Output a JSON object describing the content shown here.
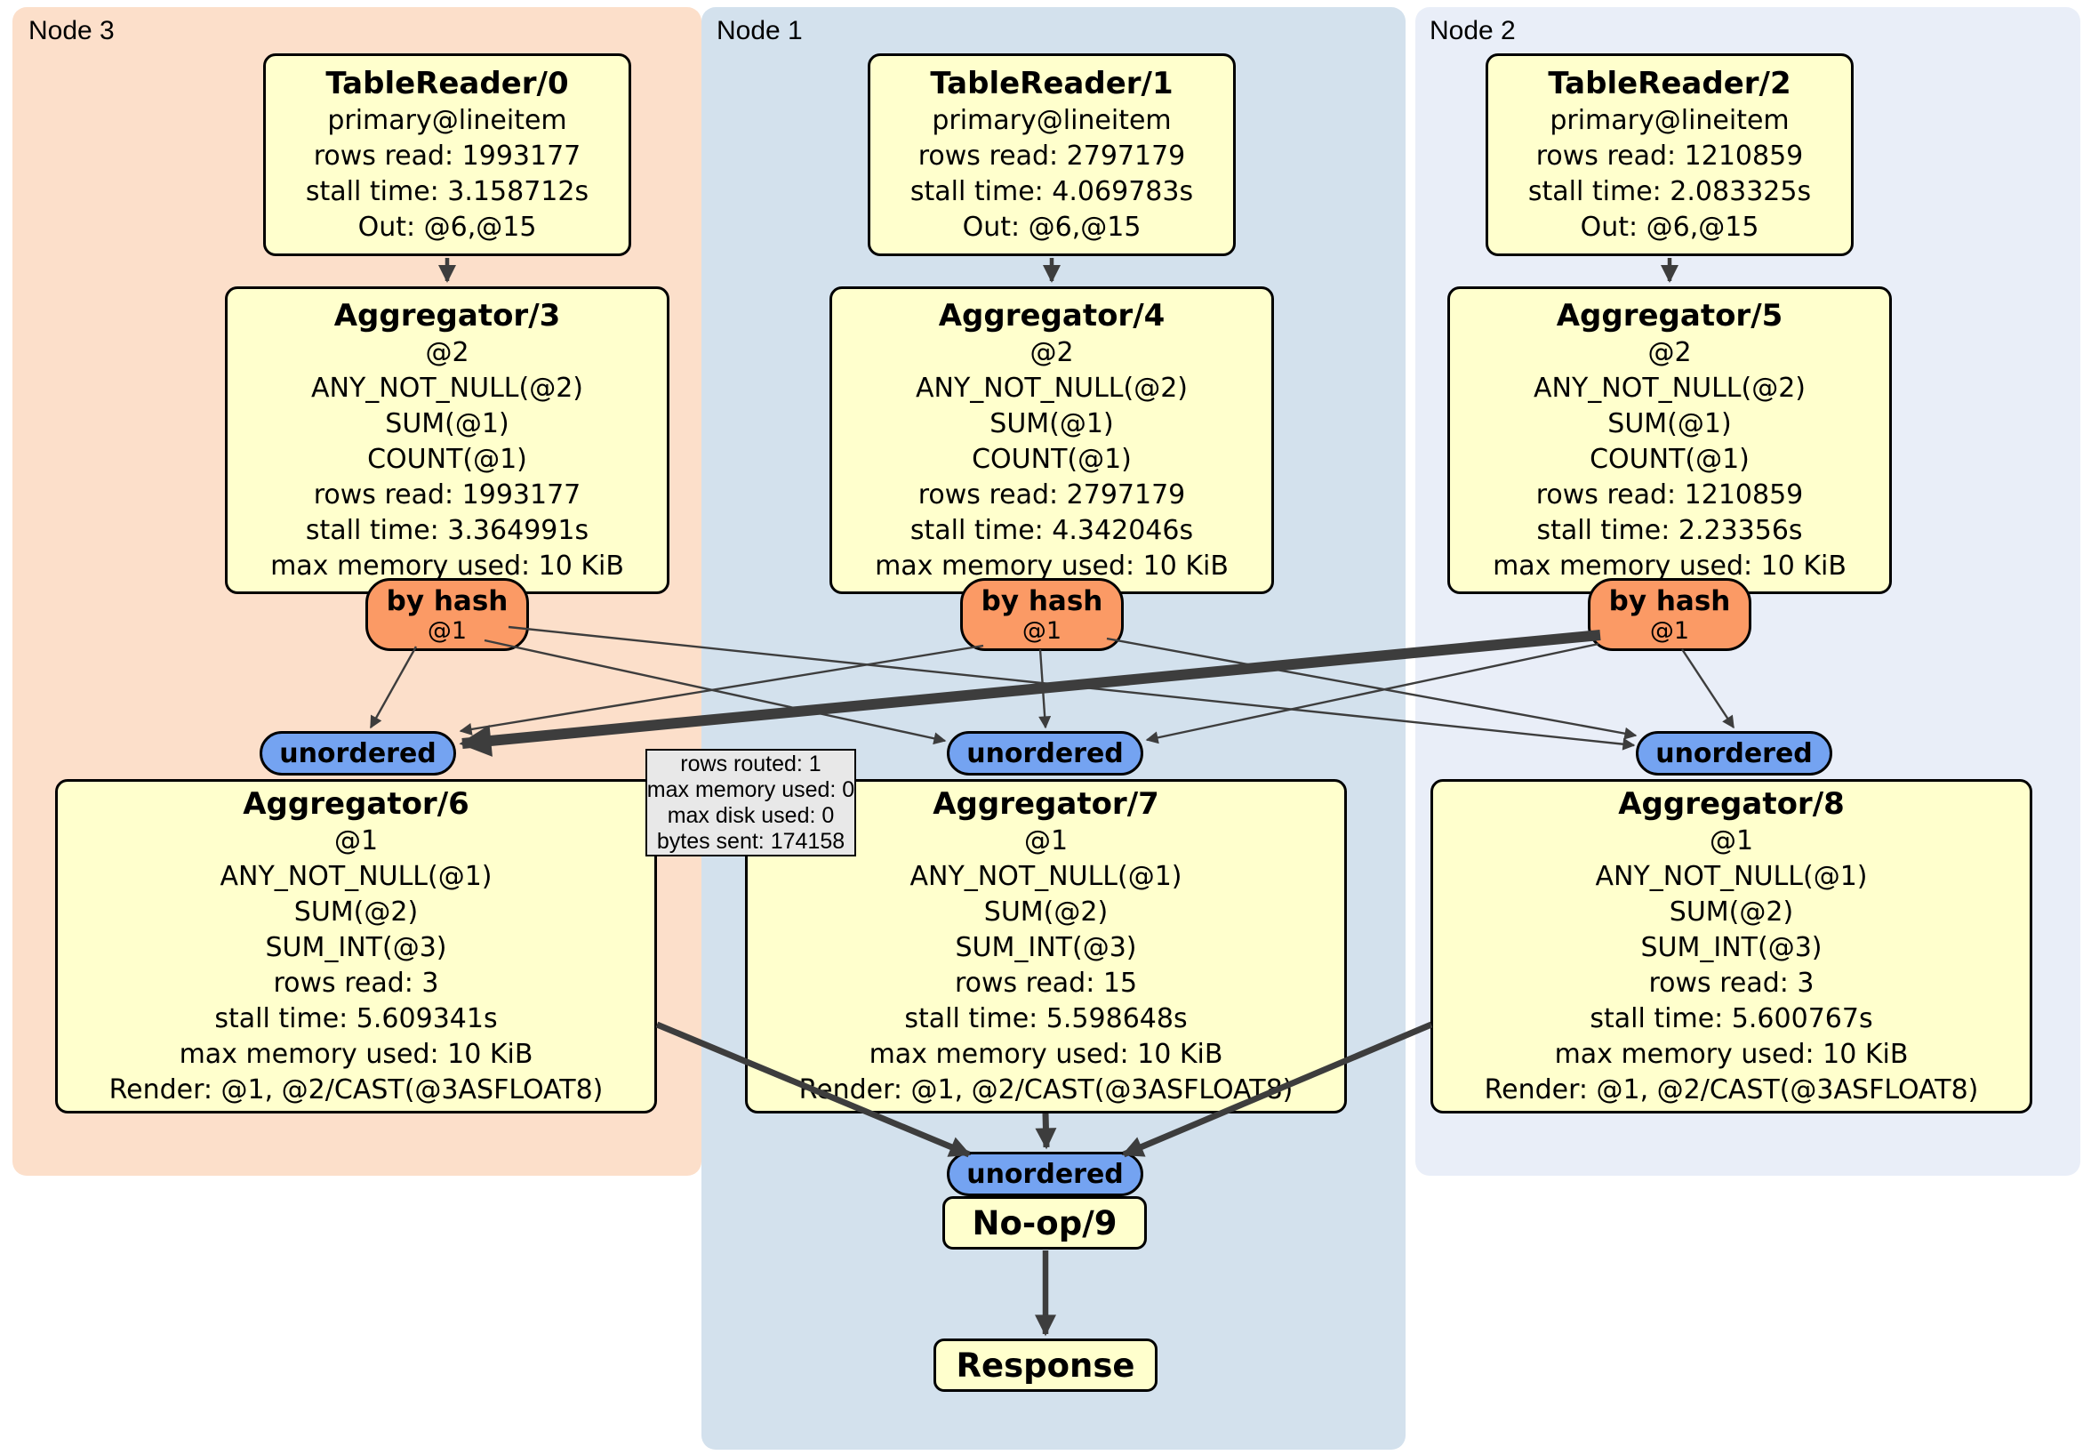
{
  "panels": [
    {
      "label": "Node 3"
    },
    {
      "label": "Node 1"
    },
    {
      "label": "Node 2"
    }
  ],
  "table_readers": [
    {
      "title": "TableReader/0",
      "rows": [
        "primary@lineitem",
        "rows read: 1993177",
        "stall time: 3.158712s",
        "Out: @6,@15"
      ]
    },
    {
      "title": "TableReader/1",
      "rows": [
        "primary@lineitem",
        "rows read: 2797179",
        "stall time: 4.069783s",
        "Out: @6,@15"
      ]
    },
    {
      "title": "TableReader/2",
      "rows": [
        "primary@lineitem",
        "rows read: 1210859",
        "stall time: 2.083325s",
        "Out: @6,@15"
      ]
    }
  ],
  "aggregators_top": [
    {
      "title": "Aggregator/3",
      "rows": [
        "@2",
        "ANY_NOT_NULL(@2)",
        "SUM(@1)",
        "COUNT(@1)",
        "rows read: 1993177",
        "stall time: 3.364991s",
        "max memory used: 10 KiB"
      ]
    },
    {
      "title": "Aggregator/4",
      "rows": [
        "@2",
        "ANY_NOT_NULL(@2)",
        "SUM(@1)",
        "COUNT(@1)",
        "rows read: 2797179",
        "stall time: 4.342046s",
        "max memory used: 10 KiB"
      ]
    },
    {
      "title": "Aggregator/5",
      "rows": [
        "@2",
        "ANY_NOT_NULL(@2)",
        "SUM(@1)",
        "COUNT(@1)",
        "rows read: 1210859",
        "stall time: 2.23356s",
        "max memory used: 10 KiB"
      ]
    }
  ],
  "router": {
    "label": "by hash",
    "arg": "@1"
  },
  "sync": {
    "label": "unordered"
  },
  "aggregators_bottom": [
    {
      "title": "Aggregator/6",
      "rows": [
        "@1",
        "ANY_NOT_NULL(@1)",
        "SUM(@2)",
        "SUM_INT(@3)",
        "rows read: 3",
        "stall time: 5.609341s",
        "max memory used: 10 KiB",
        "Render: @1, @2/CAST(@3ASFLOAT8)"
      ]
    },
    {
      "title": "Aggregator/7",
      "rows": [
        "@1",
        "ANY_NOT_NULL(@1)",
        "SUM(@2)",
        "SUM_INT(@3)",
        "rows read: 15",
        "stall time: 5.598648s",
        "max memory used: 10 KiB",
        "Render: @1, @2/CAST(@3ASFLOAT8)"
      ]
    },
    {
      "title": "Aggregator/8",
      "rows": [
        "@1",
        "ANY_NOT_NULL(@1)",
        "SUM(@2)",
        "SUM_INT(@3)",
        "rows read: 3",
        "stall time: 5.600767s",
        "max memory used: 10 KiB",
        "Render: @1, @2/CAST(@3ASFLOAT8)"
      ]
    }
  ],
  "tooltip": {
    "rows": [
      "rows routed: 1",
      "max memory used: 0",
      "max disk used: 0",
      "bytes sent: 174158"
    ]
  },
  "noop": {
    "title": "No-op/9"
  },
  "response": {
    "title": "Response"
  },
  "colors": {
    "node3_panel": "#fcdfca",
    "node1_panel": "#d3e1ed",
    "node2_panel": "#e9eef8",
    "processor_fill": "#ffffcd",
    "router_fill": "#fb9a65",
    "sync_fill": "#74a3f1",
    "tooltip_fill": "#e8e8e8",
    "edge": "#3d3d3d"
  }
}
